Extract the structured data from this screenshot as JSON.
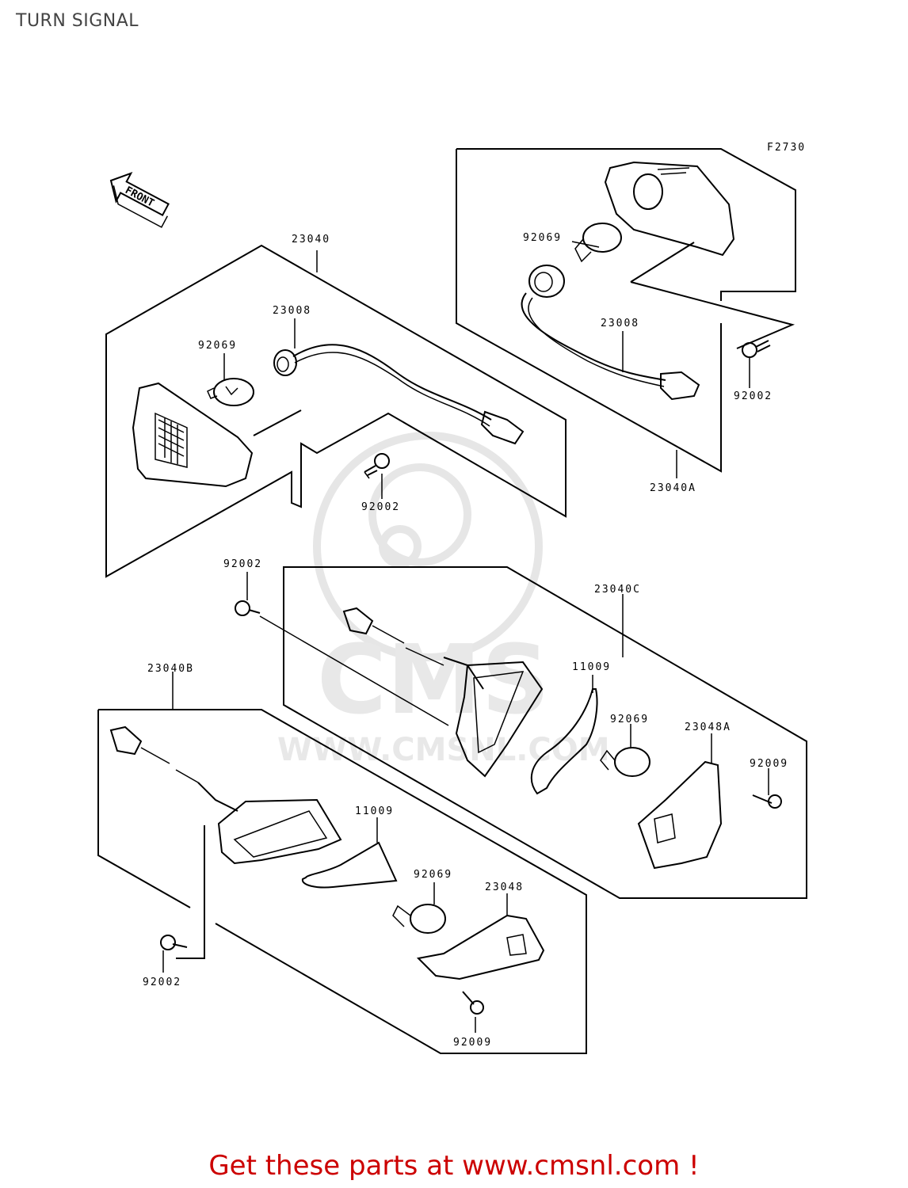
{
  "title": "TURN SIGNAL",
  "figure_code": "F2730",
  "front_label": "FRONT",
  "watermark": {
    "big": "CMS",
    "url": "WWW.CMSNL.COM"
  },
  "callouts": {
    "g1_assembly": "23040",
    "g1_socket": "23008",
    "g1_bulb": "92069",
    "g1_screw": "92002",
    "g2_assembly": "23040A",
    "g2_bulb": "92069",
    "g2_socket": "23008",
    "g2_screw": "92002",
    "g3_screw": "92002",
    "g3_assembly": "23040C",
    "g3_gasket": "11009",
    "g3_bulb": "92069",
    "g3_lens": "23048A",
    "g3_lens_screw": "92009",
    "g4_assembly": "23040B",
    "g4_gasket": "11009",
    "g4_bulb": "92069",
    "g4_lens": "23048",
    "g4_screw": "92002",
    "g4_lens_screw": "92009"
  },
  "footer": "Get these parts at www.cmsnl.com !"
}
